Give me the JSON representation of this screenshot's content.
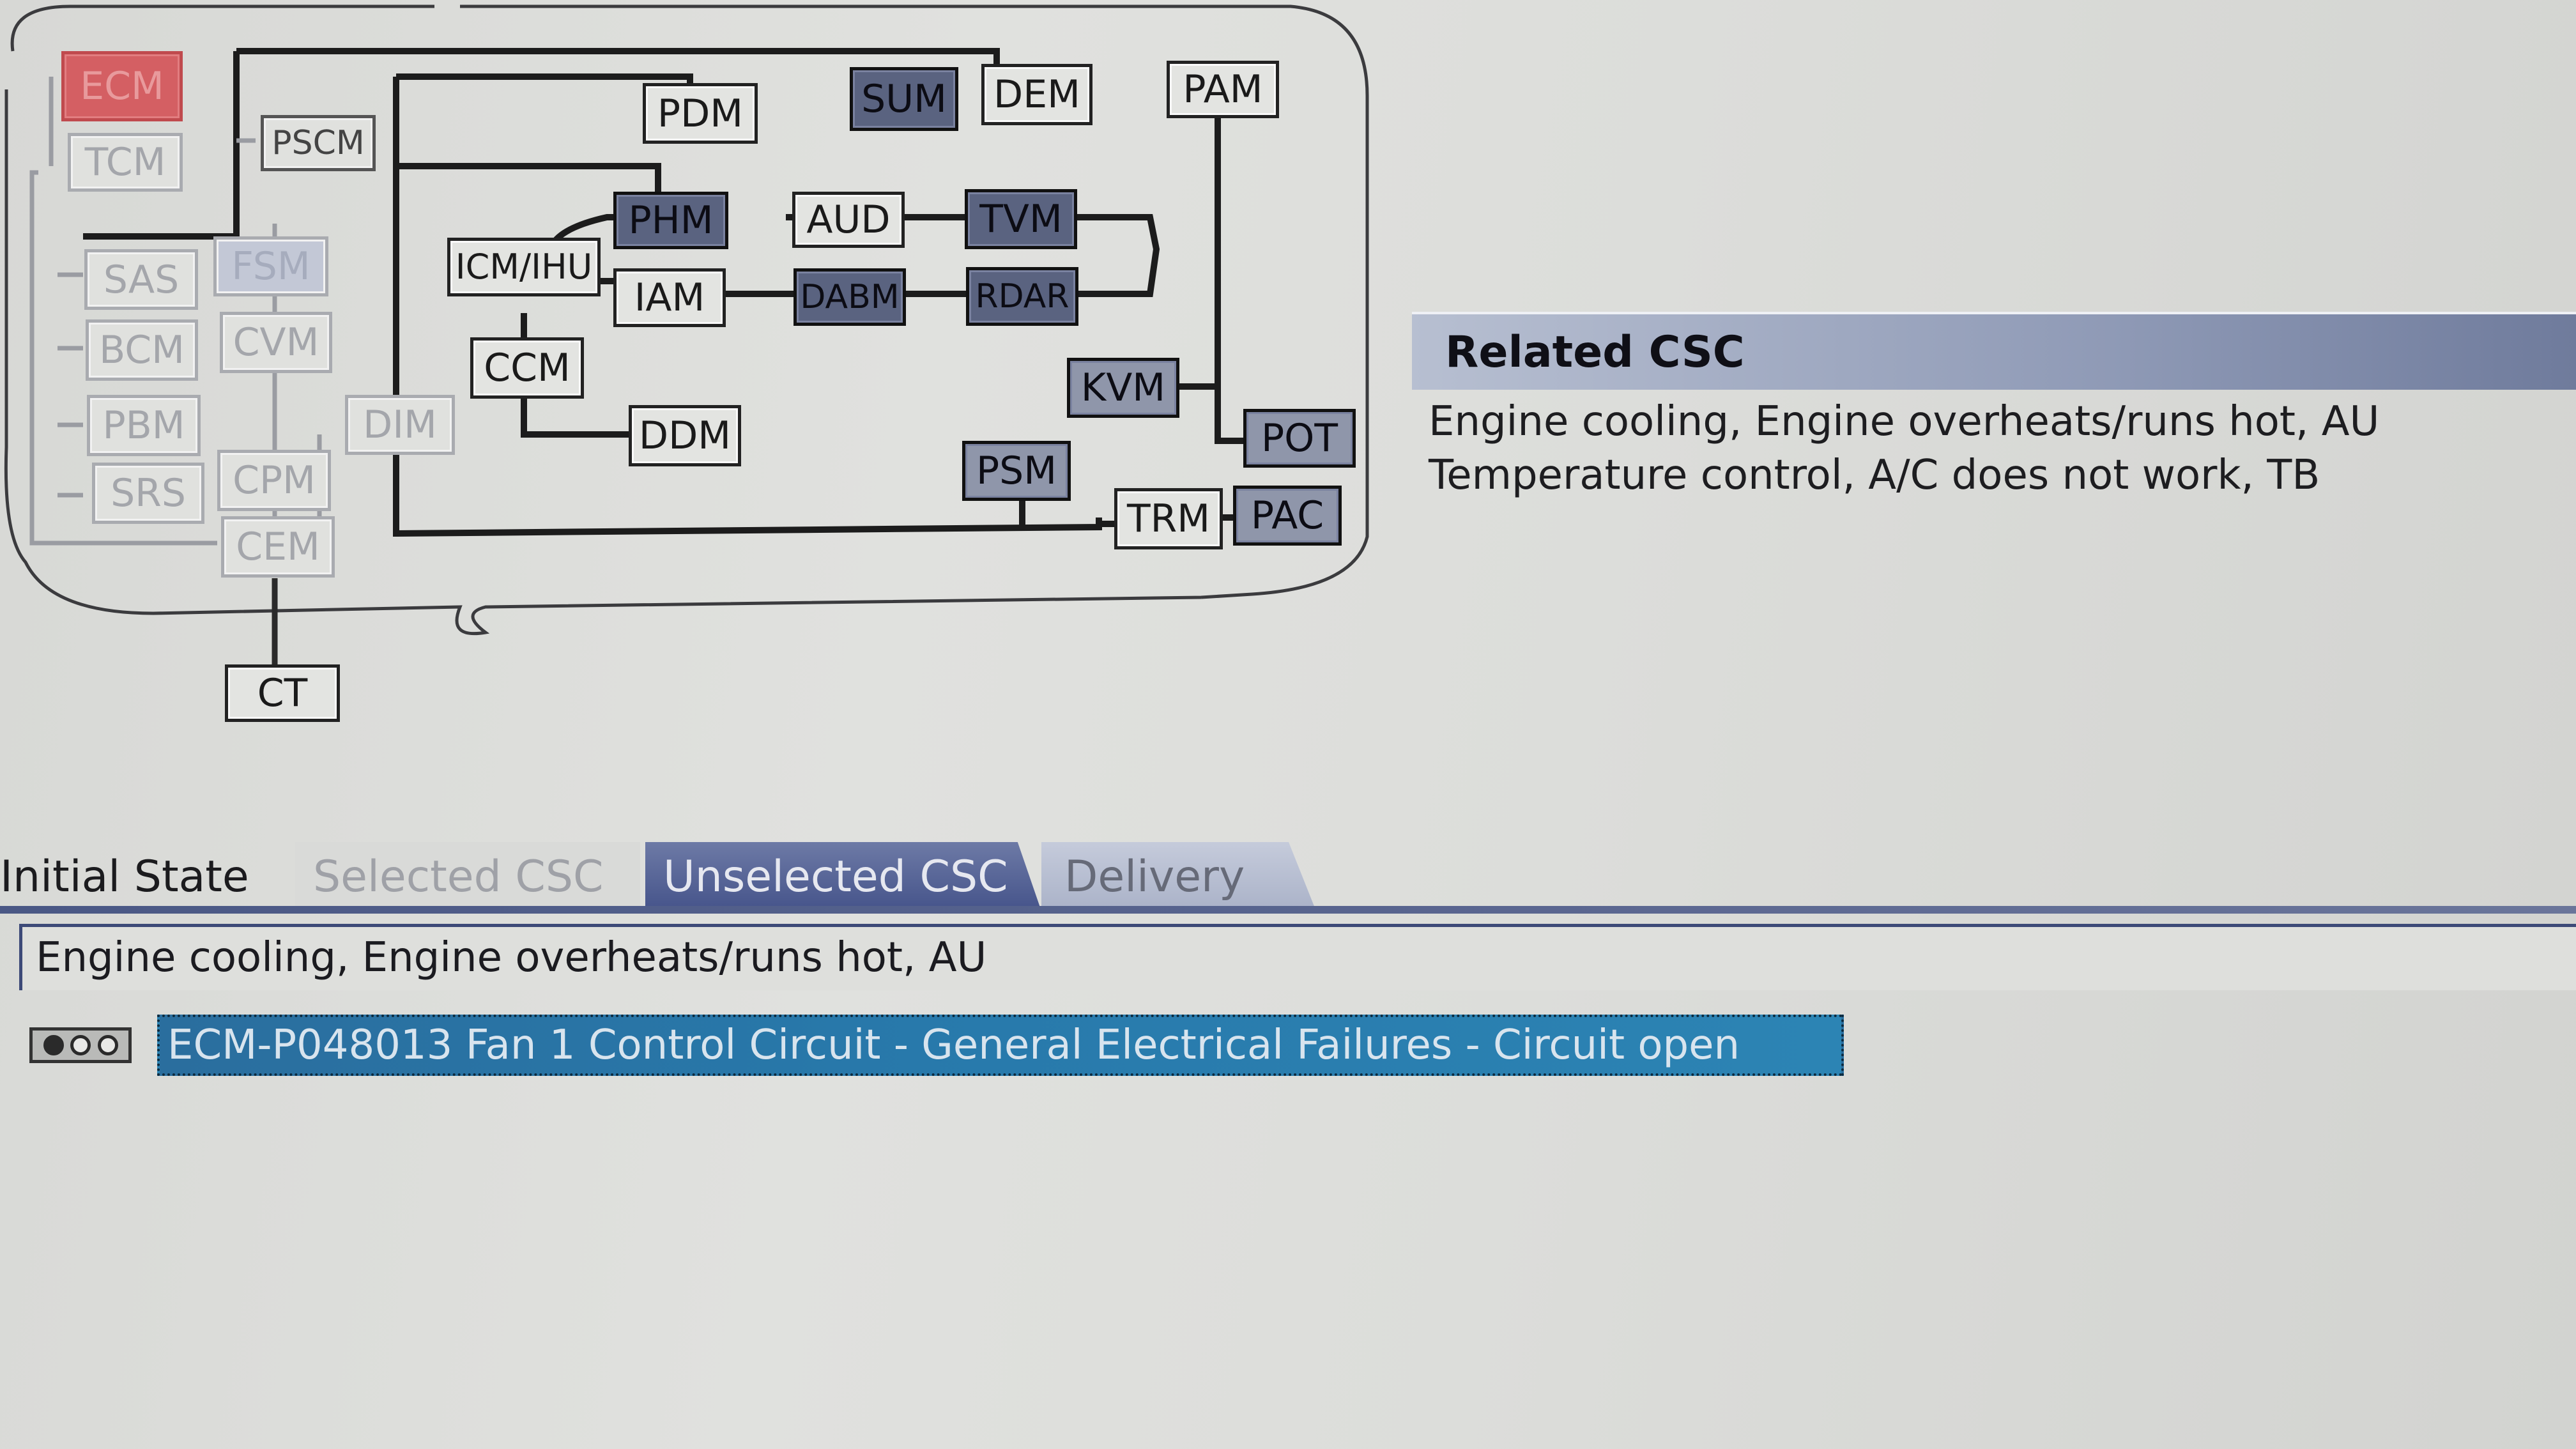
{
  "diagram": {
    "nodes": {
      "ecm": "ECM",
      "tcm": "TCM",
      "pscm": "PSCM",
      "pdm": "PDM",
      "sum": "SUM",
      "dem": "DEM",
      "pam": "PAM",
      "sas": "SAS",
      "fsm": "FSM",
      "icm_ihu": "ICM/IHU",
      "phm": "PHM",
      "aud": "AUD",
      "tvm": "TVM",
      "iam": "IAM",
      "dabm": "DABM",
      "rdar": "RDAR",
      "bcm": "BCM",
      "cvm": "CVM",
      "ccm": "CCM",
      "kvm": "KVM",
      "pbm": "PBM",
      "dim": "DIM",
      "ddm": "DDM",
      "pot": "POT",
      "psm": "PSM",
      "srs": "SRS",
      "cpm": "CPM",
      "trm": "TRM",
      "pac": "PAC",
      "cem": "CEM",
      "ct": "CT"
    }
  },
  "related_csc": {
    "title": "Related CSC",
    "items": [
      "Engine cooling, Engine overheats/runs hot, AU",
      "Temperature control, A/C does not work, TB"
    ]
  },
  "tabs": {
    "initial_state": "Initial State",
    "selected_csc": "Selected CSC",
    "unselected_csc": "Unselected CSC",
    "delivery": "Delivery",
    "active": "Unselected CSC"
  },
  "content": {
    "csc_title": "Engine cooling, Engine overheats/runs hot, AU",
    "fault": {
      "status_dots": [
        true,
        false,
        false
      ],
      "text": "ECM-P048013 Fan 1 Control Circuit - General Electrical Failures - Circuit open"
    }
  },
  "colors": {
    "tab_active": "#45538a",
    "fault_highlight": "#2879ab",
    "ecm_node": "#d45f63",
    "dark_node": "#5a6380"
  }
}
